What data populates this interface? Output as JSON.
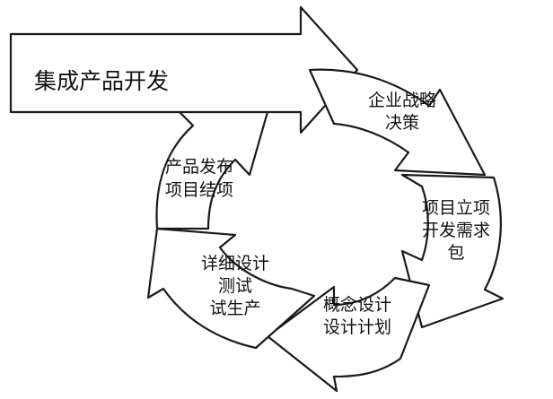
{
  "diagram": {
    "title": "集成产品开发",
    "stages": [
      {
        "id": "strategy",
        "lines": [
          "企业战略",
          "决策"
        ]
      },
      {
        "id": "initiation",
        "lines": [
          "项目立项",
          "开发需求",
          "包"
        ]
      },
      {
        "id": "concept",
        "lines": [
          "概念设计",
          "设计计划"
        ]
      },
      {
        "id": "detail",
        "lines": [
          "详细设计",
          "测试",
          "试生产"
        ]
      },
      {
        "id": "release",
        "lines": [
          "产品发布",
          "项目结项"
        ]
      }
    ]
  }
}
